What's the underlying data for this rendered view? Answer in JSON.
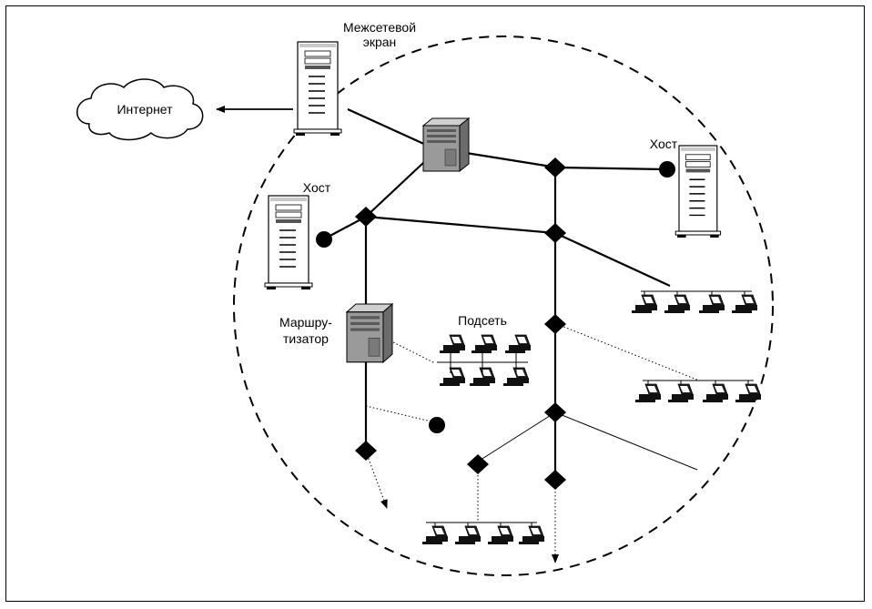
{
  "labels": {
    "firewall_line1": "Межсетевой",
    "firewall_line2": "экран",
    "internet": "Интернет",
    "host_right": "Хост",
    "host_left": "Хост",
    "router_line1": "Маршру-",
    "router_line2": "тизатор",
    "subnet": "Подсеть"
  },
  "icons": {
    "cloud": "cloud-icon",
    "tower_server": "tower-server-icon",
    "desktop_pc": "workstation-icon",
    "network_node": "diamond-node-icon",
    "endpoint": "filled-circle-icon"
  },
  "colors": {
    "stroke": "#000000",
    "background": "#ffffff",
    "server_shade": "#8c8c8c"
  }
}
